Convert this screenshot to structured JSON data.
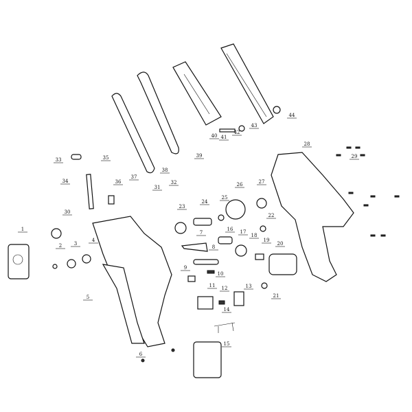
{
  "diagram": {
    "type": "exploded parts diagram",
    "part_numbers": [
      "1",
      "2",
      "3",
      "4",
      "5",
      "6",
      "7",
      "8",
      "9",
      "10",
      "11",
      "12",
      "13",
      "14",
      "15",
      "16",
      "17",
      "18",
      "19",
      "20",
      "21",
      "22",
      "23",
      "24",
      "25",
      "26",
      "27",
      "28",
      "29",
      "30",
      "31",
      "32",
      "33",
      "34",
      "35",
      "36",
      "37",
      "38",
      "39",
      "40",
      "41",
      "42",
      "43",
      "44"
    ]
  }
}
